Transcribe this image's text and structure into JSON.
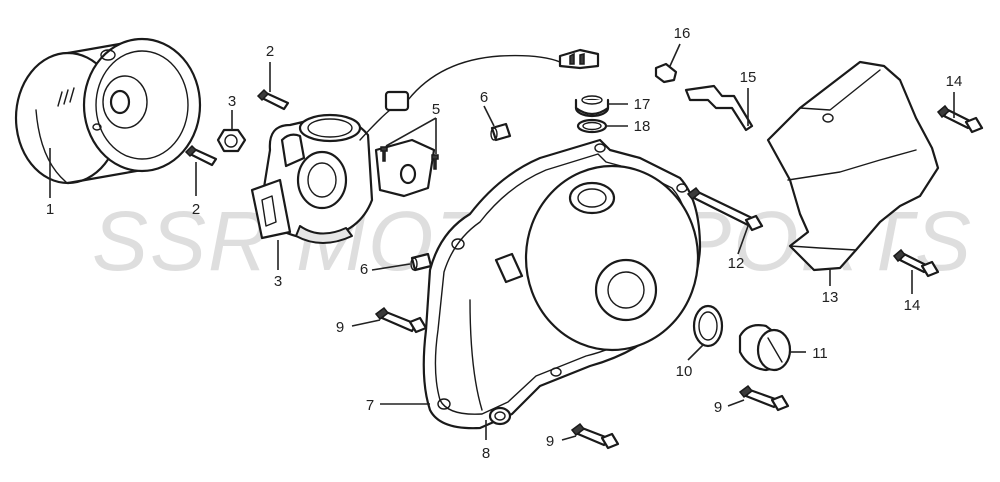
{
  "watermark": "SSR MOTORSPORTS",
  "callouts": {
    "c1": "1",
    "c2a": "2",
    "c2b": "2",
    "c3a": "3",
    "c3b": "3",
    "c5": "5",
    "c6a": "6",
    "c6b": "6",
    "c7": "7",
    "c8": "8",
    "c9a": "9",
    "c9b": "9",
    "c9c": "9",
    "c10": "10",
    "c11": "11",
    "c12": "12",
    "c13": "13",
    "c14a": "14",
    "c14b": "14",
    "c15": "15",
    "c16": "16",
    "c17": "17",
    "c18": "18"
  },
  "colors": {
    "line": "#1a1a1a",
    "watermark": "#d9d9d9",
    "background": "#ffffff"
  }
}
